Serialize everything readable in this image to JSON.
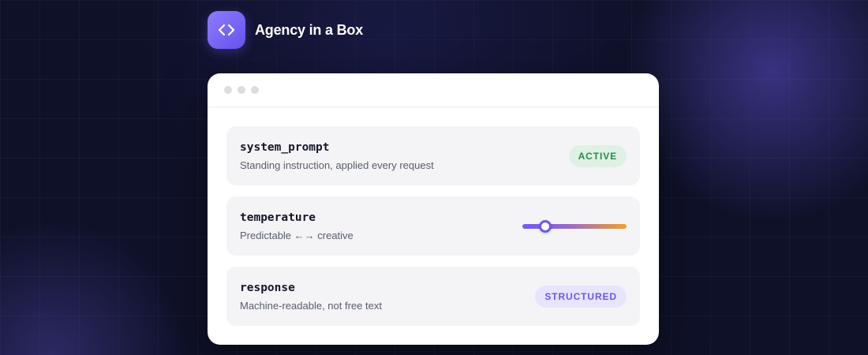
{
  "brand": {
    "name": "Agency in a Box",
    "icon": "code-icon",
    "accent": "#7461f5"
  },
  "window": {
    "controls": [
      "window-dot",
      "window-dot",
      "window-dot"
    ],
    "rows": [
      {
        "title": "system_prompt",
        "description": "Standing instruction, applied every request",
        "badge": "ACTIVE",
        "badge_color": "#2a8a49"
      },
      {
        "title": "temperature",
        "description": "Predictable ←→ creative",
        "slider_value": 0.22
      },
      {
        "title": "response",
        "description": "Machine-readable, not free text",
        "badge": "STRUCTURED",
        "badge_color": "#6a57e6"
      }
    ]
  }
}
